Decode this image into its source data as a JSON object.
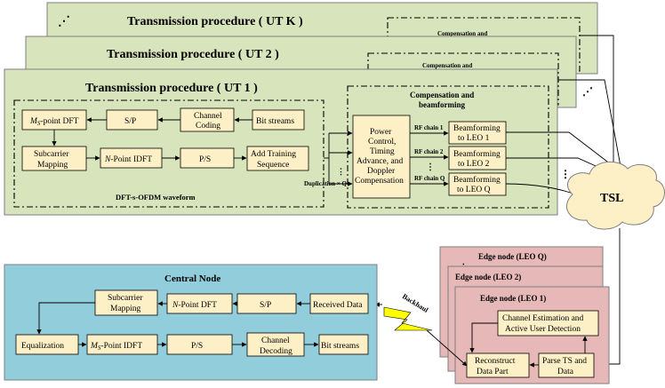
{
  "transmission": {
    "title_k": "Transmission procedure ( UT K )",
    "title_2": "Transmission procedure ( UT 2 )",
    "title_1": "Transmission procedure ( UT 1 )",
    "comp_short": "Compensation and",
    "comp_title_1": "Compensation and",
    "comp_title_2": "beamforming",
    "waveform_label": "DFT-s-OFDM waveform",
    "ms_dft_prefix": "M",
    "ms_dft_sub": "S",
    "ms_dft_suffix": "-point DFT",
    "sp": "S/P",
    "channel_coding_1": "Channel",
    "channel_coding_2": "Coding",
    "bit_streams": "Bit streams",
    "subcarrier_1": "Subcarrier",
    "subcarrier_2": "Mapping",
    "n_idft_prefix": "N",
    "n_idft_suffix": "-Point IDFT",
    "ps": "P/S",
    "training_1": "Add Training",
    "training_2": "Sequence",
    "duplication": "Duplication × Q",
    "power_1": "Power",
    "power_2": "Control,",
    "power_3": "Timing",
    "power_4": "Advance, and",
    "power_5": "Doppler",
    "power_6": "Compensation",
    "rf1": "RF chain 1",
    "rf2": "RF chain 2",
    "rfq": "RF chain Q",
    "bf1_1": "Beamforming",
    "bf1_2": "to LEO 1",
    "bf2_1": "Beamforming",
    "bf2_2": "to LEO 2",
    "bfq_1": "Beamforming",
    "bfq_2": "to LEO Q"
  },
  "tsl": {
    "label": "TSL"
  },
  "edge": {
    "title_q": "Edge node (LEO Q)",
    "title_2": "Edge node (LEO 2)",
    "title_1": "Edge node (LEO 1)",
    "ce_1": "Channel Estimation and",
    "ce_2": "Active User Detection",
    "rec_1": "Reconstruct",
    "rec_2": "Data Part",
    "parse_1": "Parse TS and",
    "parse_2": "Data"
  },
  "backhaul": {
    "label": "Backhaul"
  },
  "central": {
    "title": "Central Node",
    "subcarrier_1": "Subcarrier",
    "subcarrier_2": "Mapping",
    "n_dft_prefix": "N",
    "n_dft_suffix": "-Point DFT",
    "sp": "S/P",
    "received": "Received Data",
    "equalization": "Equalization",
    "ms_idft_prefix": "M",
    "ms_idft_sub": "S",
    "ms_idft_suffix": "-Point IDFT",
    "ps": "P/S",
    "decoding_1": "Channel",
    "decoding_2": "Decoding",
    "bit_streams": "Bit streams"
  },
  "colors": {
    "panel_green": "#d8e4bc",
    "edge_pink": "#e6b8b7",
    "central_blue": "#92cddc",
    "block_fill": "#fdf0c6",
    "lightning": "#ffff00"
  }
}
